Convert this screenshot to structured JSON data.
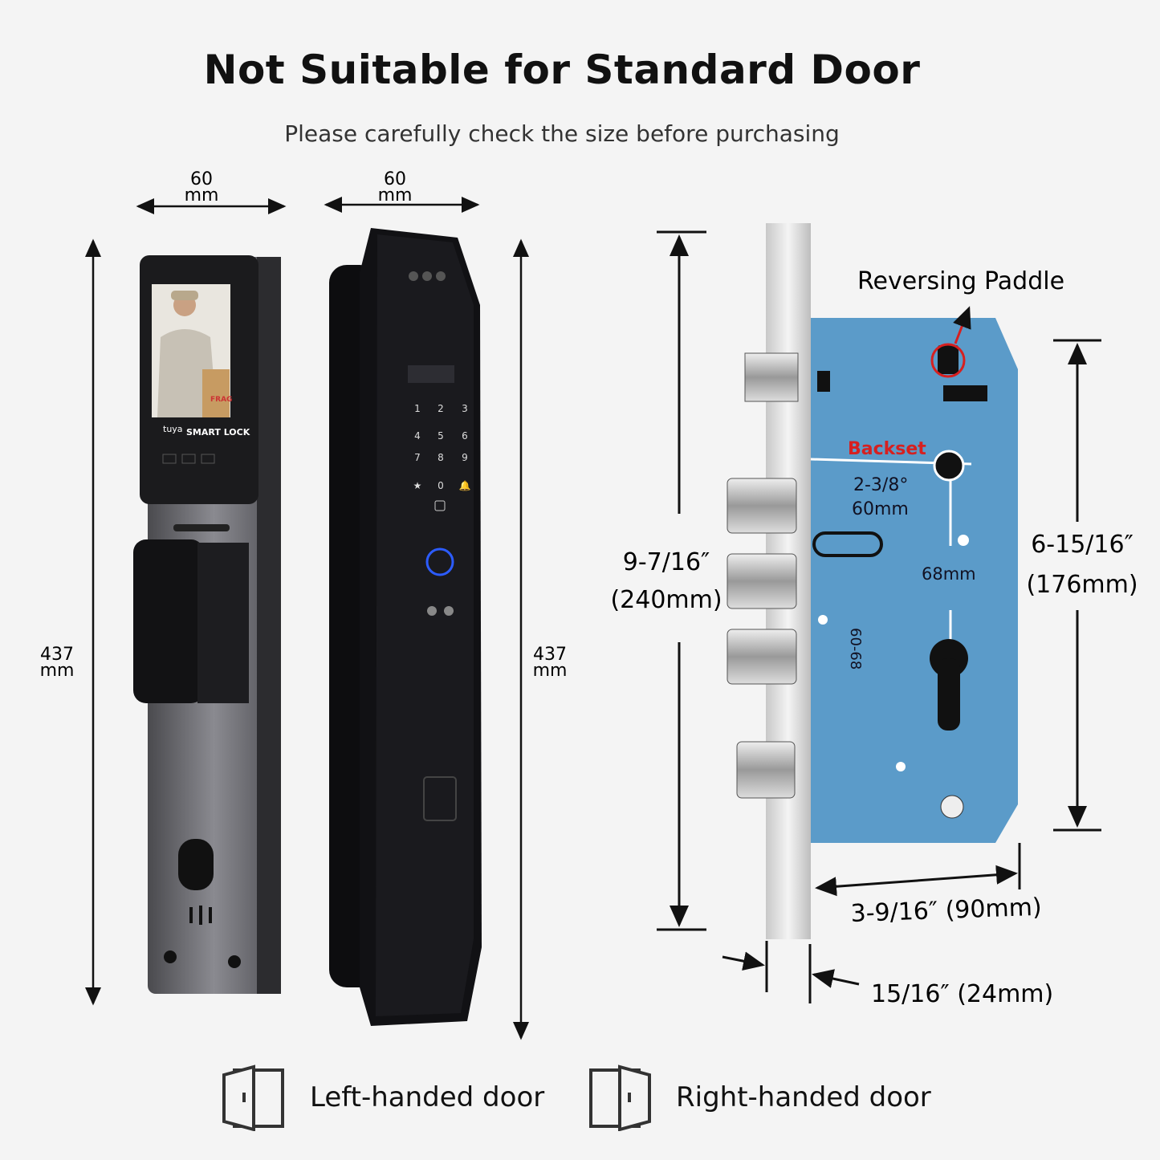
{
  "header": {
    "title": "Not Suitable for Standard Door",
    "subtitle": "Please carefully check the size before purchasing"
  },
  "front_lock": {
    "width_value": "60",
    "width_unit": "mm",
    "height_value": "437",
    "height_unit": "mm",
    "brand": "tuya",
    "label": "SMART LOCK",
    "box_text": "FRAG"
  },
  "back_lock": {
    "width_value": "60",
    "width_unit": "mm",
    "height_value": "437",
    "height_unit": "mm",
    "keypad": [
      "1",
      "2",
      "3",
      "4",
      "5",
      "6",
      "7",
      "8",
      "9",
      "★",
      "0",
      "🔔"
    ]
  },
  "mortise": {
    "callout": "Reversing Paddle",
    "backset_label": "Backset",
    "backset_in": "2-3/8°",
    "backset_mm": "60mm",
    "center_distance": "68mm",
    "model_code": "60-68",
    "faceplate_height_in": "9-7/16″",
    "faceplate_height_mm": "(240mm)",
    "body_height_in": "6-15/16″",
    "body_height_mm": "(176mm)",
    "body_depth": "3-9/16″  (90mm)",
    "faceplate_width": "15/16″  (24mm)",
    "body_color": "#5b9bc9",
    "callout_color": "#d62020"
  },
  "legend": {
    "left": "Left-handed door",
    "right": "Right-handed door"
  }
}
